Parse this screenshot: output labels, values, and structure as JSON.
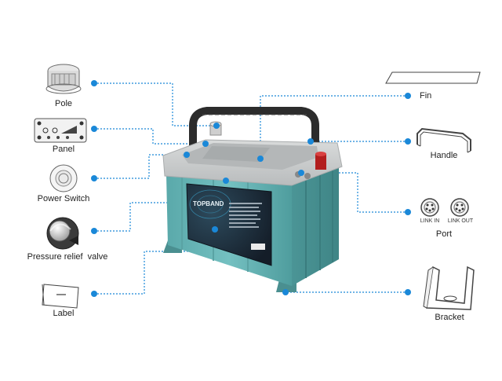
{
  "colors": {
    "accent": "#1a88d8",
    "battery_body": "#69b7b8",
    "battery_top": "#c9cbcb",
    "handle": "#2c2c2c",
    "label_panel": "#1d2a3a"
  },
  "components": {
    "pole": "Pole",
    "panel": "Panel",
    "power_switch": "Power Switch",
    "pressure_relief_valve": "Pressure relief  valve",
    "label": "Label",
    "fin": "Fin",
    "handle": "Handle",
    "port": "Port",
    "bracket": "Bracket"
  },
  "port_labels": {
    "link_in": "LINK IN",
    "link_out": "LINK OUT"
  },
  "brand": "TOPBAND"
}
